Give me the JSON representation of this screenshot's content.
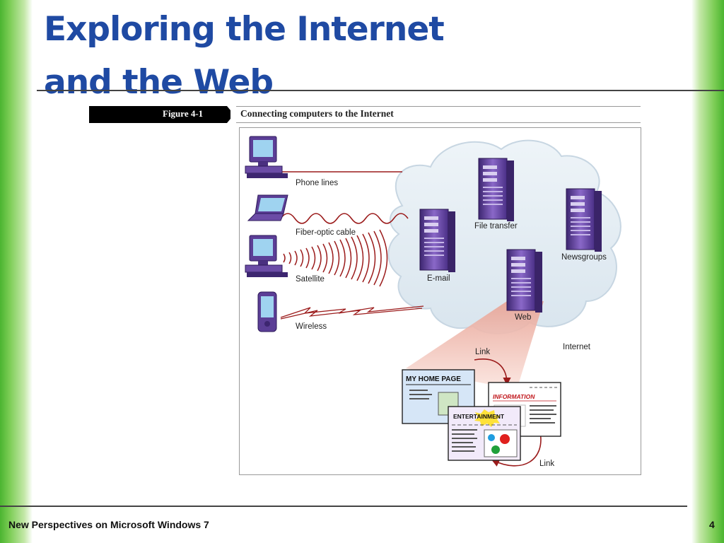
{
  "slide": {
    "title_line1": "Exploring the Internet",
    "title_line2": "and the Web",
    "footer": "New Perspectives on Microsoft Windows 7",
    "page_number": "4"
  },
  "figure": {
    "label": "Figure 4-1",
    "caption": "Connecting computers to the Internet"
  },
  "diagram": {
    "connections": [
      "Phone lines",
      "Fiber-optic cable",
      "Satellite",
      "Wireless"
    ],
    "servers": {
      "file_transfer": "File transfer",
      "newsgroups": "Newsgroups",
      "email": "E-mail",
      "web": "Web"
    },
    "cloud_label": "Internet",
    "link_label": "Link",
    "pages": {
      "home": "MY HOME PAGE",
      "information": "INFORMATION",
      "entertainment": "ENTERTAINMENT"
    }
  },
  "colors": {
    "title": "#1f4aa3",
    "side_bar": "#5cbf3b",
    "server": "#6a4aa6",
    "cloud": "#e3ecf3",
    "link_arrow": "#9b1b1b"
  }
}
